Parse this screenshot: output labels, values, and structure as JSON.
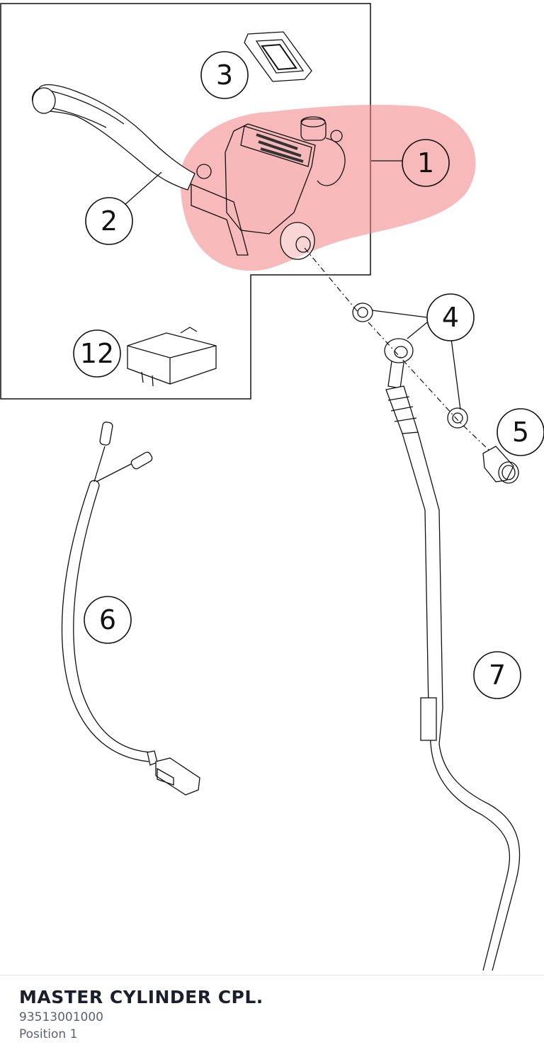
{
  "diagram": {
    "callouts": [
      {
        "id": "1",
        "label": "1"
      },
      {
        "id": "2",
        "label": "2"
      },
      {
        "id": "3",
        "label": "3"
      },
      {
        "id": "4",
        "label": "4"
      },
      {
        "id": "5",
        "label": "5"
      },
      {
        "id": "6",
        "label": "6"
      },
      {
        "id": "7",
        "label": "7"
      },
      {
        "id": "12",
        "label": "12"
      }
    ],
    "highlight_color": "#f08080",
    "highlighted_part": "1"
  },
  "footer": {
    "title": "MASTER CYLINDER CPL.",
    "part_number": "93513001000",
    "position": "Position 1"
  }
}
